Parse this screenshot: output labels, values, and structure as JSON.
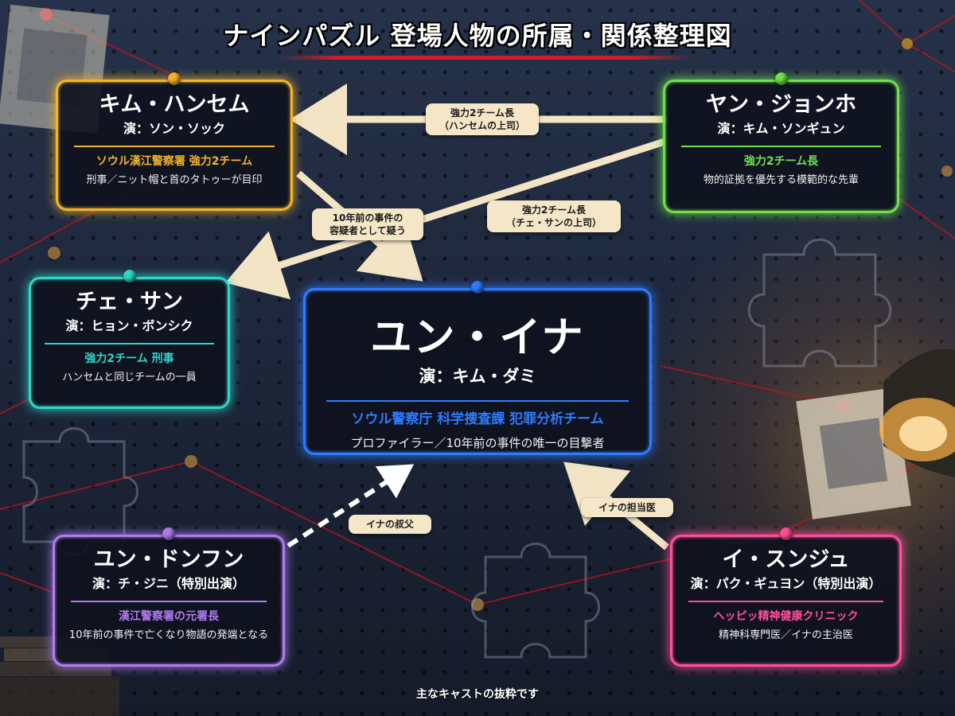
{
  "title": "ナインパズル 登場人物の所属・関係整理図",
  "colors": {
    "kim": "#f2b52a",
    "yang": "#6fe04a",
    "choi": "#2fd6c8",
    "yun": "#2f7bff",
    "dong": "#b07cf0",
    "lee": "#ff4f9a"
  },
  "characters": {
    "kim": {
      "name": "キム・ハンセム",
      "actor": "演：ソン・ソック",
      "affiliation": "ソウル漢江警察署 強力2チーム",
      "description": "刑事／ニット帽と首のタトゥーが目印"
    },
    "yang": {
      "name": "ヤン・ジョンホ",
      "actor": "演：キム・ソンギュン",
      "affiliation": "強力2チーム長",
      "description": "物的証拠を優先する模範的な先輩"
    },
    "choi": {
      "name": "チェ・サン",
      "actor": "演：ヒョン・ボンシク",
      "affiliation": "強力2チーム 刑事",
      "description": "ハンセムと同じチームの一員"
    },
    "yun": {
      "name": "ユン・イナ",
      "actor": "演：キム・ダミ",
      "affiliation": "ソウル警察庁 科学捜査課 犯罪分析チーム",
      "description": "プロファイラー／10年前の事件の唯一の目撃者"
    },
    "dong": {
      "name": "ユン・ドンフン",
      "actor": "演：チ・ジニ（特別出演）",
      "affiliation": "漢江警察署の元署長",
      "description": "10年前の事件で亡くなり物語の発端となる"
    },
    "lee": {
      "name": "イ・スンジュ",
      "actor": "演：パク・ギュヨン（特別出演）",
      "affiliation": "ヘッピッ精神健康クリニック",
      "description": "精神科専門医／イナの主治医"
    }
  },
  "relations": {
    "yang_kim": "強力2チーム長\n（ハンセムの上司）",
    "kim_yun": "10年前の事件の\n容疑者として疑う",
    "yang_choi": "強力2チーム長\n（チェ・サンの上司）",
    "dong_yun": "イナの叔父",
    "lee_yun": "イナの担当医"
  },
  "footer": "主なキャストの抜粋です"
}
